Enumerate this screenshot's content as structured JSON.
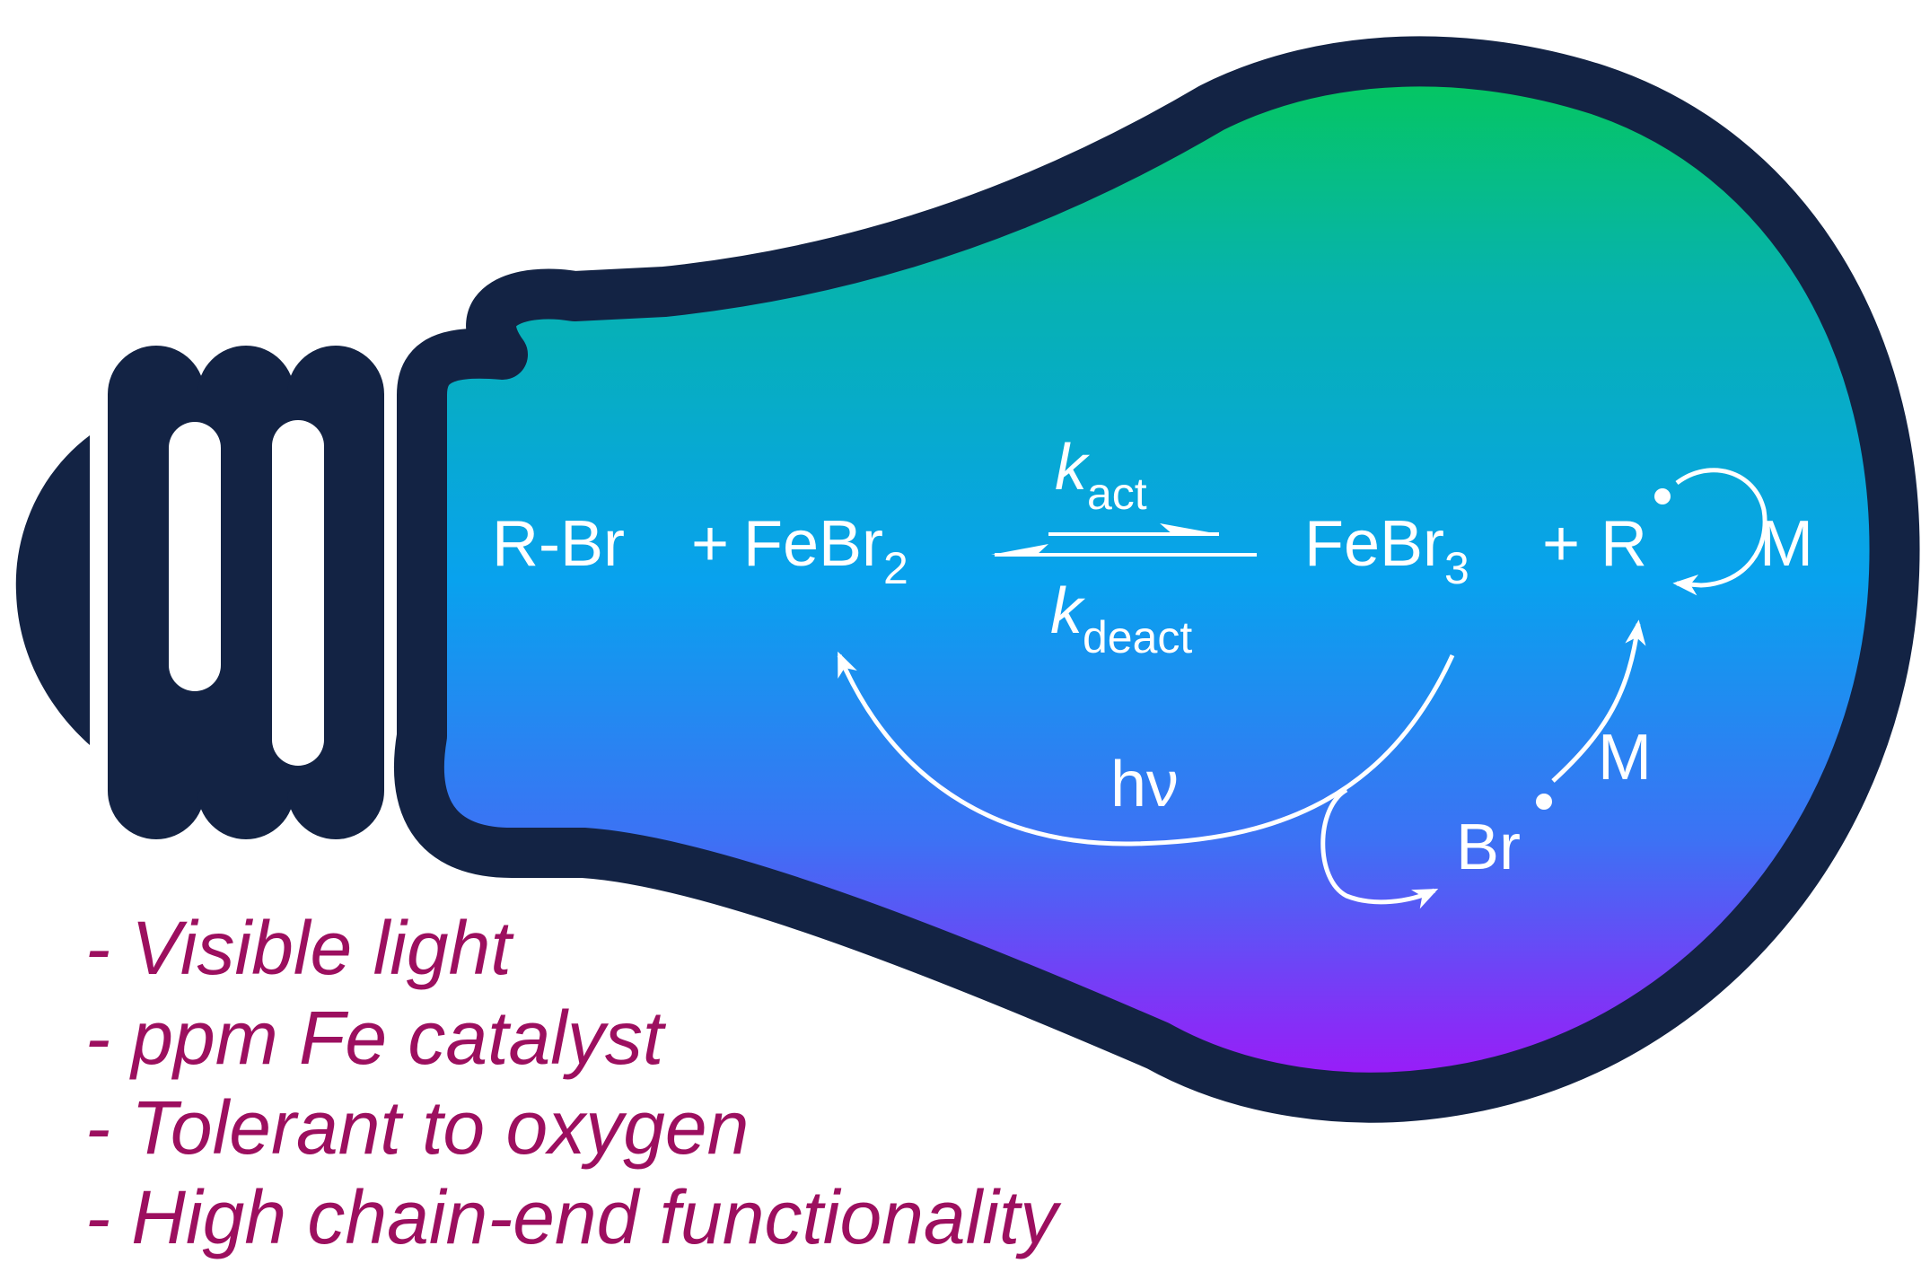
{
  "reaction": {
    "left_reactants": {
      "alkyl_bromide": "R-Br",
      "plus": "+",
      "catalyst_base": "FeBr",
      "catalyst_sub": "2"
    },
    "k_forward": {
      "symbol": "k",
      "sub": "act"
    },
    "k_reverse": {
      "symbol": "k",
      "sub": "deact"
    },
    "right_products": {
      "deactivator_base": "FeBr",
      "deactivator_sub": "3",
      "plus": "+",
      "radical": "R",
      "monomer": "M"
    },
    "light_label": "hν",
    "bromine_radical": "Br",
    "monomer_lower": "M"
  },
  "features": [
    "- Visible light",
    "- ppm Fe catalyst",
    "- Tolerant to oxygen",
    "- High chain-end functionality"
  ],
  "colors": {
    "bulb_outline": "#132344",
    "gradient_top": "#05c85a",
    "gradient_mid": "#08a6ec",
    "gradient_bottom": "#a214f8",
    "text_on_bulb": "#ffffff",
    "feature_text": "#9c0f5f"
  }
}
